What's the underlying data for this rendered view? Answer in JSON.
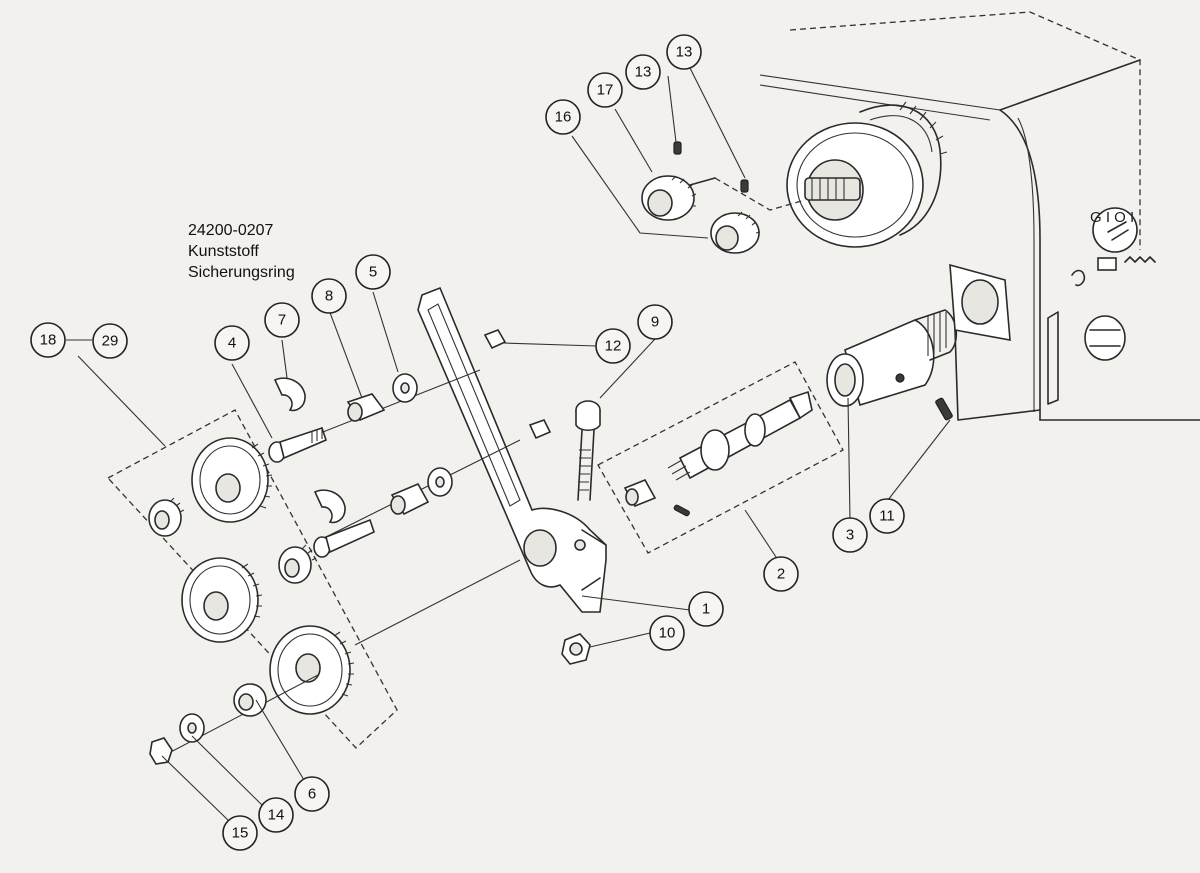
{
  "note": {
    "line1": "24200-0207",
    "line2": "Kunststoff",
    "line3": "Sicherungsring"
  },
  "callouts": [
    {
      "id": "c1",
      "label": "1"
    },
    {
      "id": "c2",
      "label": "2"
    },
    {
      "id": "c3",
      "label": "3"
    },
    {
      "id": "c4",
      "label": "4"
    },
    {
      "id": "c5",
      "label": "5"
    },
    {
      "id": "c6",
      "label": "6"
    },
    {
      "id": "c7",
      "label": "7"
    },
    {
      "id": "c8",
      "label": "8"
    },
    {
      "id": "c9",
      "label": "9"
    },
    {
      "id": "c10",
      "label": "10"
    },
    {
      "id": "c11",
      "label": "11"
    },
    {
      "id": "c12",
      "label": "12"
    },
    {
      "id": "c13a",
      "label": "13"
    },
    {
      "id": "c13b",
      "label": "13"
    },
    {
      "id": "c14",
      "label": "14"
    },
    {
      "id": "c15",
      "label": "15"
    },
    {
      "id": "c16",
      "label": "16"
    },
    {
      "id": "c17",
      "label": "17"
    },
    {
      "id": "c18",
      "label": "18"
    },
    {
      "id": "c29",
      "label": "29"
    }
  ],
  "machine_markings": {
    "switch_label": "G I O I"
  }
}
